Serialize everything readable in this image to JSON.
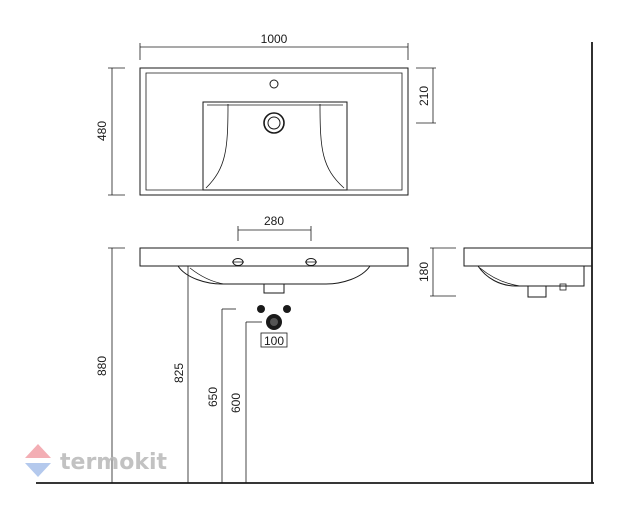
{
  "top_view": {
    "width_label": "1000",
    "depth_label": "480",
    "bowl_offset_label": "210"
  },
  "front_view": {
    "tap_spacing_label": "280",
    "height_880_label": "880",
    "height_825_label": "825",
    "height_650_label": "650",
    "height_600_label": "600",
    "drain_spacing_label": "100"
  },
  "side_view": {
    "thickness_label": "180"
  },
  "watermark": {
    "text": "termokit",
    "logo_colors": [
      "#f2a0a8",
      "#a8c0ea"
    ]
  }
}
